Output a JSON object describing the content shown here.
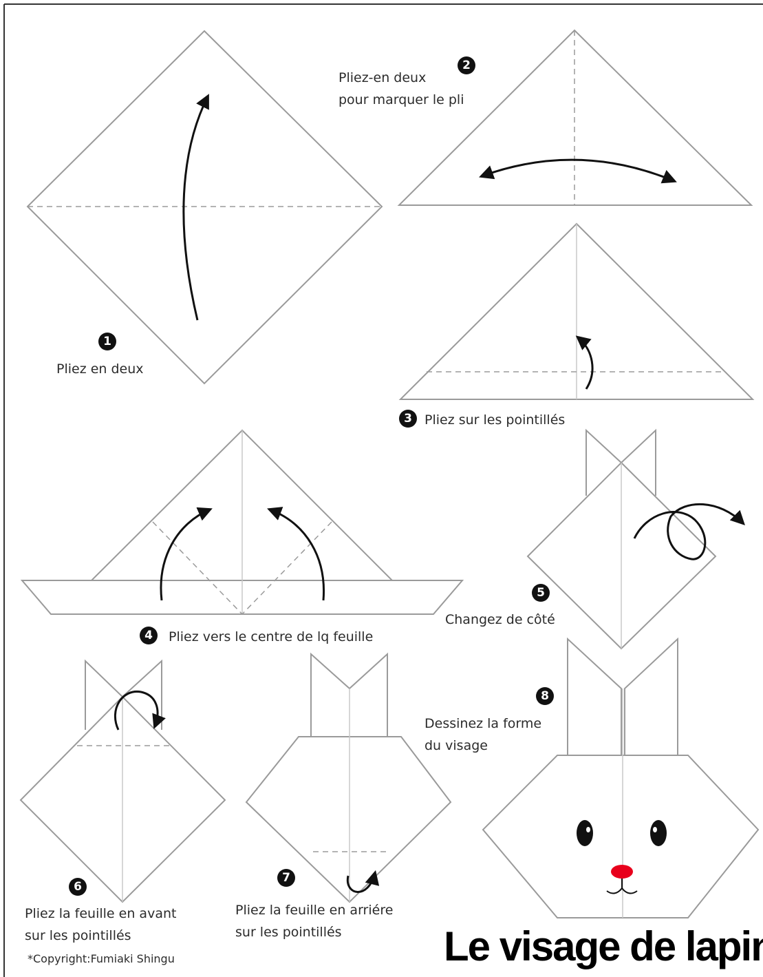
{
  "title": "Le visage de lapin",
  "copyright": "*Copyright:Fumiaki Shingu",
  "steps": [
    {
      "number": "1",
      "lines": [
        "Pliez en deux"
      ]
    },
    {
      "number": "2",
      "lines": [
        "Pliez-en deux",
        "pour marquer le pli"
      ]
    },
    {
      "number": "3",
      "lines": [
        "Pliez sur les pointillés"
      ]
    },
    {
      "number": "4",
      "lines": [
        "Pliez vers le centre de lq feuille"
      ]
    },
    {
      "number": "5",
      "lines": [
        "Changez de côté"
      ]
    },
    {
      "number": "6",
      "lines": [
        "Pliez la feuille en avant",
        "sur les pointillés"
      ]
    },
    {
      "number": "7",
      "lines": [
        "Pliez la feuille en arriére",
        "sur les pointillés"
      ]
    },
    {
      "number": "8",
      "lines": [
        "Dessinez la forme",
        "du visage"
      ]
    }
  ],
  "colors": {
    "line": "#9a9a9a",
    "ink": "#111111",
    "nose": "#e8001c"
  }
}
